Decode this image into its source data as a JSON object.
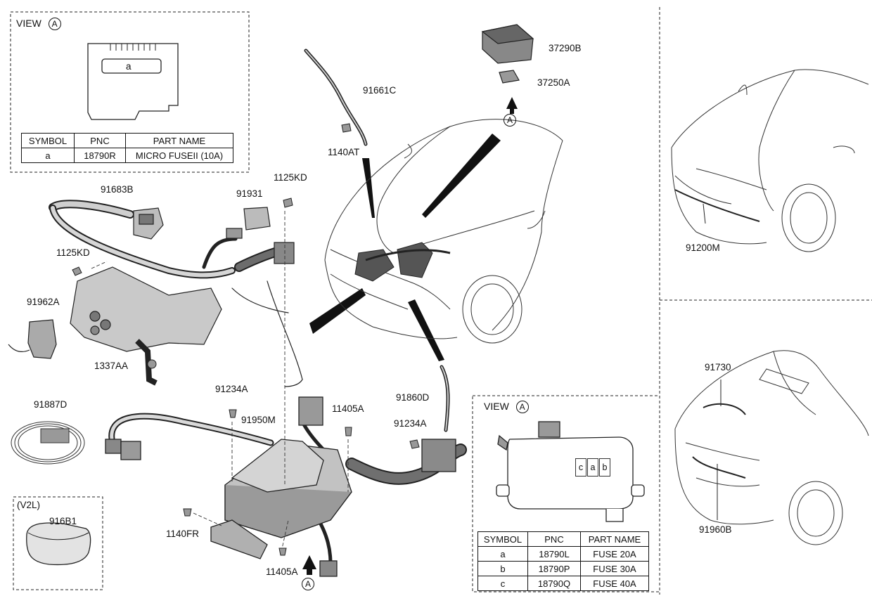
{
  "view_a_top": {
    "title": "VIEW",
    "marker": "A",
    "fuse_letter": "a",
    "table": {
      "headers": [
        "SYMBOL",
        "PNC",
        "PART NAME"
      ],
      "rows": [
        [
          "a",
          "18790R",
          "MICRO FUSEII (10A)"
        ]
      ]
    }
  },
  "view_a_bottom": {
    "title": "VIEW",
    "marker": "A",
    "fuse_slots": [
      "c",
      "a",
      "b"
    ],
    "table": {
      "headers": [
        "SYMBOL",
        "PNC",
        "PART NAME"
      ],
      "rows": [
        [
          "a",
          "18790L",
          "FUSE 20A"
        ],
        [
          "b",
          "18790P",
          "FUSE 30A"
        ],
        [
          "c",
          "18790Q",
          "FUSE 40A"
        ]
      ]
    }
  },
  "v2l_box": {
    "title": "(V2L)",
    "part": "916B1"
  },
  "labels": {
    "p91683B": "91683B",
    "p91931": "91931",
    "p1125KD_top": "1125KD",
    "p1125KD_left": "1125KD",
    "p91962A": "91962A",
    "p1337AA": "1337AA",
    "p91887D": "91887D",
    "p91234A_mid": "91234A",
    "p91950M": "91950M",
    "p11405A_top": "11405A",
    "p1140FR": "1140FR",
    "p11405A_bottom": "11405A",
    "p91661C": "91661C",
    "p1140AT": "1140AT",
    "p37290B": "37290B",
    "p37250A": "37250A",
    "p91860D": "91860D",
    "p91234A_right": "91234A",
    "p91200M": "91200M",
    "p91730": "91730",
    "p91960B": "91960B"
  },
  "markers": {
    "arrow_top": "A",
    "arrow_bottom": "A"
  }
}
